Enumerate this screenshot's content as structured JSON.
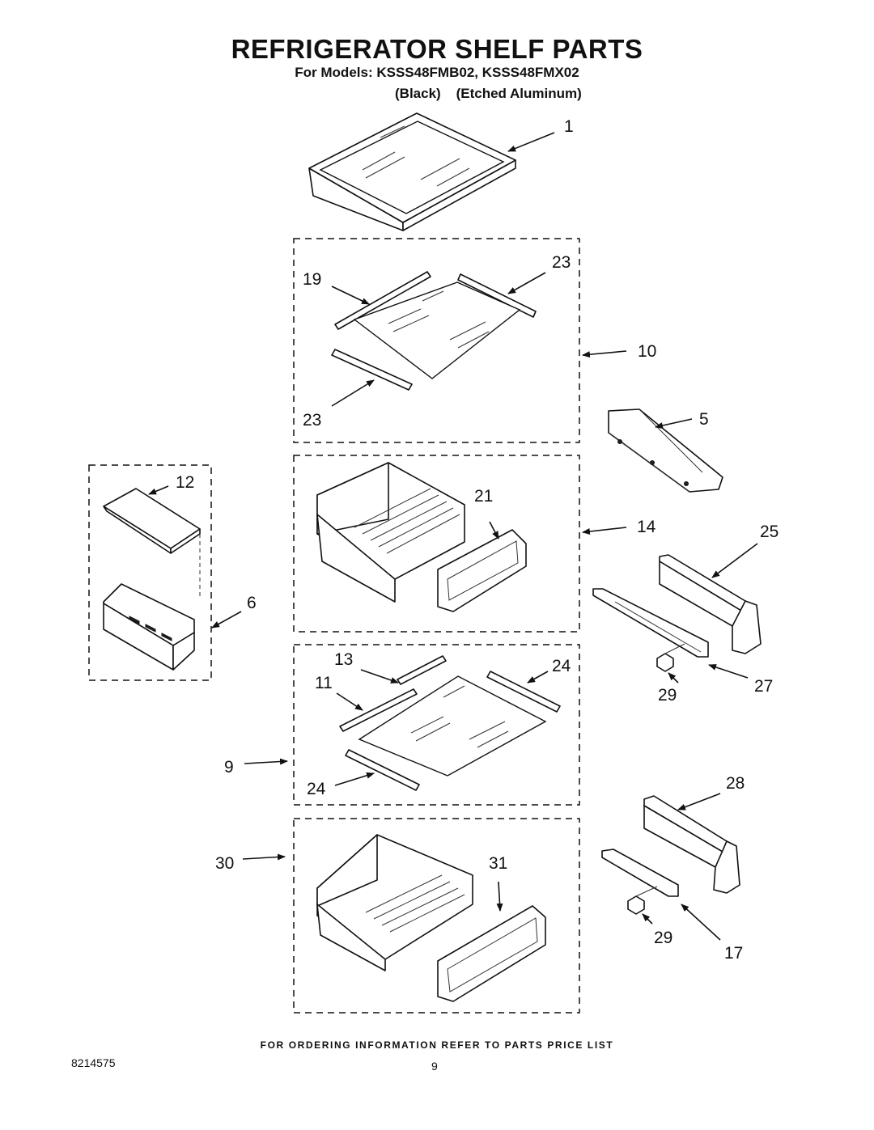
{
  "header": {
    "title": "REFRIGERATOR SHELF PARTS",
    "subtitle": "For Models: KSSS48FMB02, KSSS48FMX02",
    "variants": "(Black)    (Etched Aluminum)"
  },
  "callouts": [
    "1",
    "19",
    "23",
    "10",
    "23",
    "5",
    "12",
    "21",
    "14",
    "25",
    "6",
    "13",
    "24",
    "11",
    "27",
    "29",
    "9",
    "24",
    "28",
    "30",
    "31",
    "29",
    "17"
  ],
  "footer": {
    "note": "FOR ORDERING INFORMATION REFER TO PARTS PRICE LIST",
    "doc_number": "8214575",
    "page_number": "9"
  }
}
